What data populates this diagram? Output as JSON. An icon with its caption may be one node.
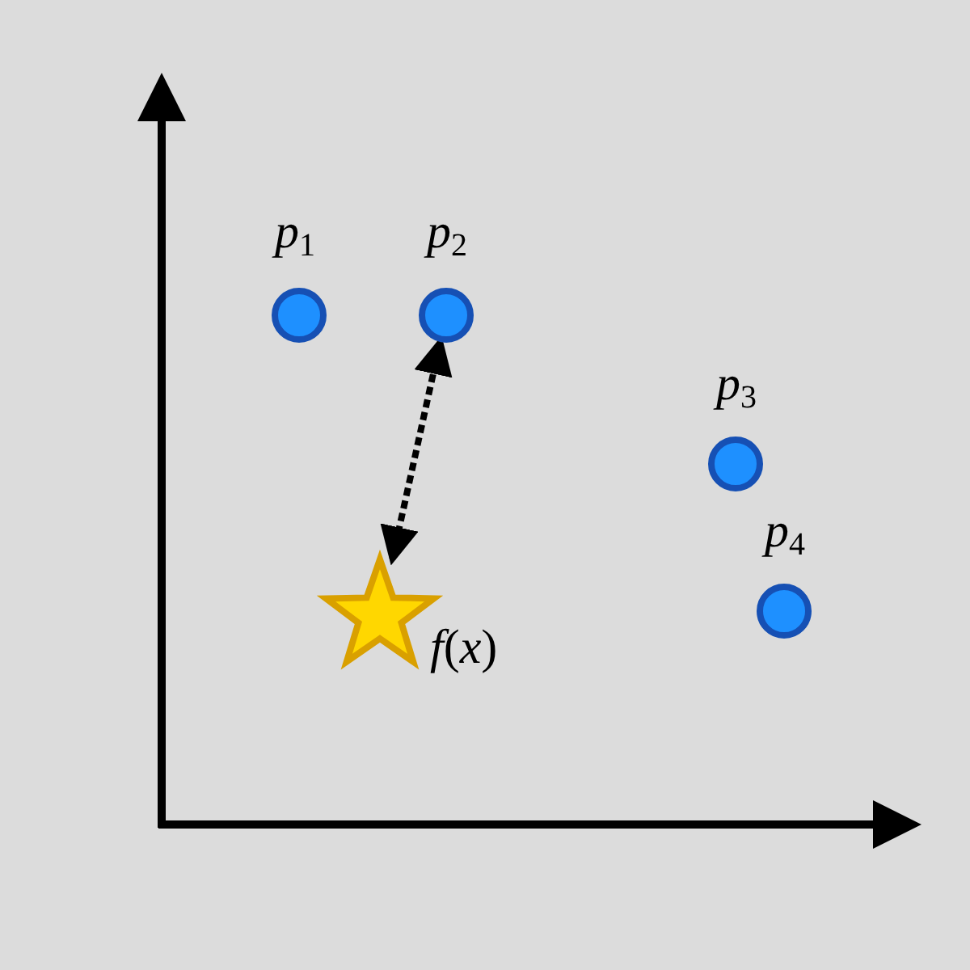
{
  "diagram": {
    "nodes": [
      {
        "text": [
          "*p*$_{1}$"
        ]
      },
      {
        "text": [
          "*p*$_{2}$"
        ]
      },
      {
        "text": [
          "*p*$_{3}$"
        ]
      },
      {
        "text": [
          "*p*$_{4}$"
        ]
      },
      {
        "text": [
          "*f*(*x*)"
        ]
      }
    ],
    "edges": [
      {
        "from": 4,
        "to": 1,
        "arrow": "both",
        "style": "dashed"
      }
    ]
  }
}
